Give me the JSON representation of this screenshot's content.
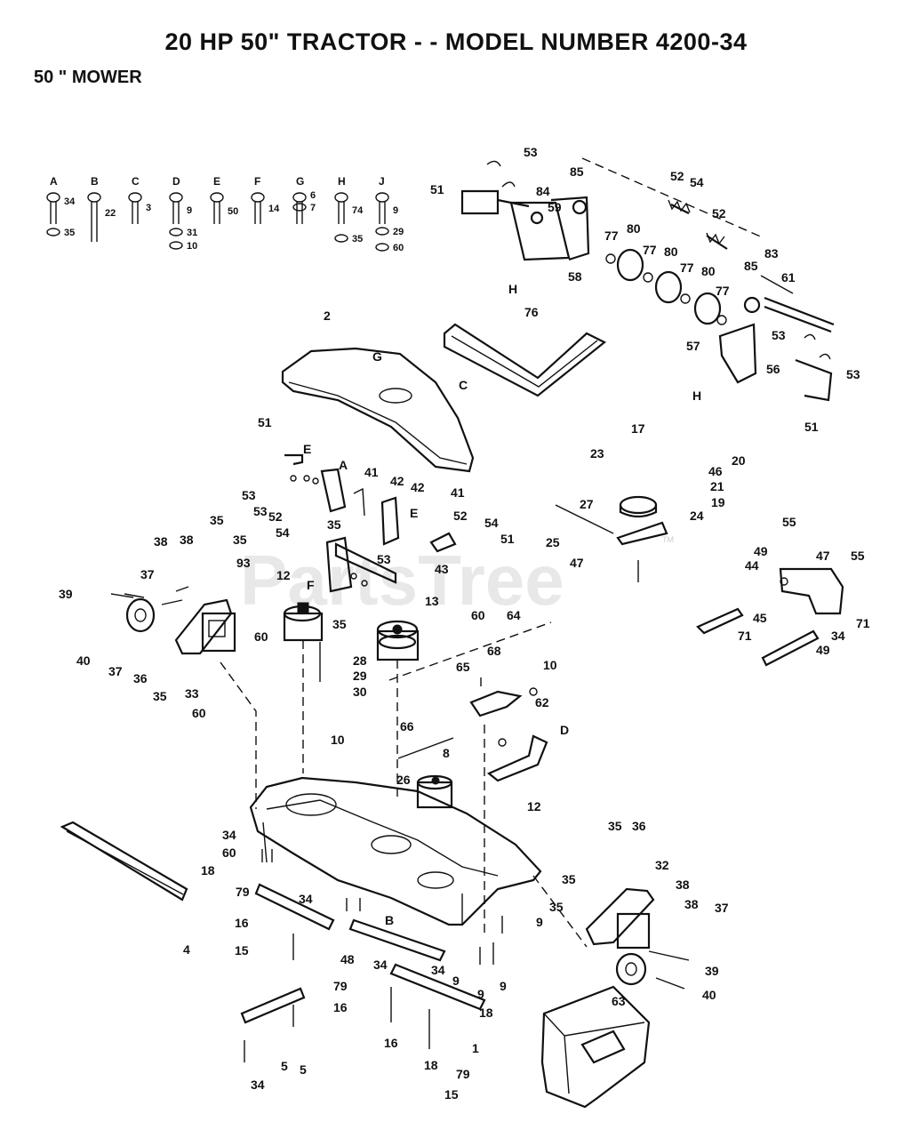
{
  "title": "20 HP 50\" TRACTOR - - MODEL NUMBER 4200-34",
  "subtitle": "50 \" MOWER",
  "watermark": "PartsTree",
  "watermark_tm": "TM",
  "hardware": [
    {
      "letter": "A",
      "nums": [
        "34",
        "35"
      ]
    },
    {
      "letter": "B",
      "nums": [
        "22"
      ]
    },
    {
      "letter": "C",
      "nums": [
        "3"
      ]
    },
    {
      "letter": "D",
      "nums": [
        "9",
        "31",
        "10"
      ]
    },
    {
      "letter": "E",
      "nums": [
        "50"
      ]
    },
    {
      "letter": "F",
      "nums": [
        "14"
      ]
    },
    {
      "letter": "G",
      "nums": [
        "6",
        "7"
      ]
    },
    {
      "letter": "H",
      "nums": [
        "74",
        "35"
      ]
    },
    {
      "letter": "J",
      "nums": [
        "9",
        "29",
        "60"
      ]
    }
  ],
  "callouts": [
    "53",
    "51",
    "84",
    "59",
    "85",
    "52",
    "54",
    "52",
    "77",
    "80",
    "77",
    "80",
    "77",
    "80",
    "77",
    "58",
    "H",
    "76",
    "83",
    "85",
    "61",
    "53",
    "57",
    "56",
    "53",
    "H",
    "51",
    "2",
    "G",
    "C",
    "51",
    "E",
    "A",
    "41",
    "42",
    "42",
    "41",
    "53",
    "53",
    "52",
    "54",
    "54",
    "52",
    "51",
    "E",
    "53",
    "43",
    "35",
    "35",
    "35",
    "35",
    "93",
    "F",
    "12",
    "13",
    "38",
    "38",
    "37",
    "39",
    "40",
    "37",
    "36",
    "35",
    "33",
    "60",
    "28",
    "29",
    "30",
    "60",
    "60",
    "64",
    "65",
    "68",
    "10",
    "62",
    "66",
    "10",
    "8",
    "D",
    "12",
    "26",
    "17",
    "23",
    "46",
    "20",
    "21",
    "19",
    "24",
    "27",
    "25",
    "47",
    "55",
    "49",
    "44",
    "47",
    "55",
    "71",
    "45",
    "71",
    "49",
    "34",
    "34",
    "60",
    "18",
    "79",
    "16",
    "15",
    "48",
    "4",
    "5",
    "5",
    "34",
    "34",
    "B",
    "34",
    "34",
    "9",
    "9",
    "9",
    "9",
    "18",
    "79",
    "16",
    "16",
    "18",
    "79",
    "15",
    "1",
    "35",
    "35",
    "35",
    "36",
    "32",
    "38",
    "38",
    "37",
    "39",
    "40",
    "63"
  ]
}
